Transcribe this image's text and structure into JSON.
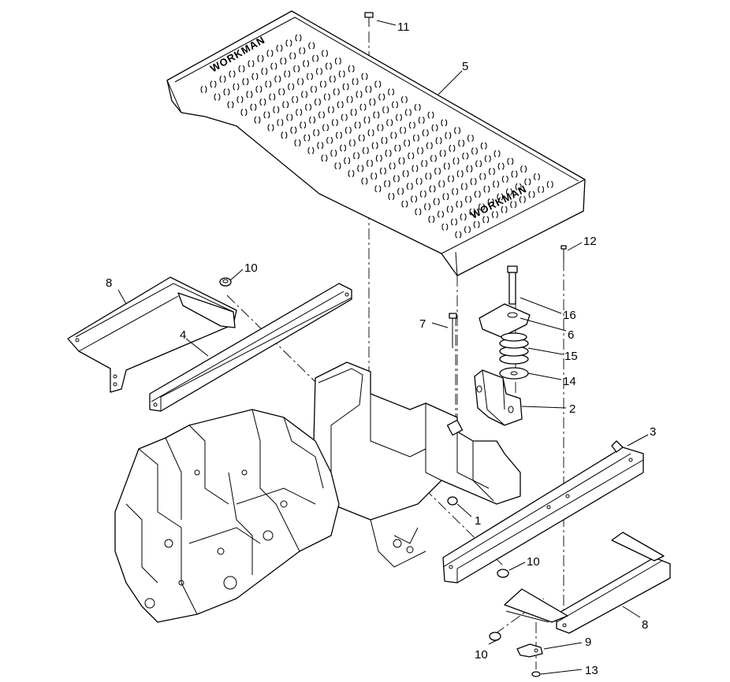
{
  "diagram": {
    "brand_marks": [
      "WORKMAN",
      "WORKMAN"
    ],
    "callouts": [
      {
        "id": "c11",
        "label": "11"
      },
      {
        "id": "c5",
        "label": "5"
      },
      {
        "id": "c12",
        "label": "12"
      },
      {
        "id": "c10a",
        "label": "10"
      },
      {
        "id": "c8a",
        "label": "8"
      },
      {
        "id": "c16",
        "label": "16"
      },
      {
        "id": "c7",
        "label": "7"
      },
      {
        "id": "c6",
        "label": "6"
      },
      {
        "id": "c4",
        "label": "4"
      },
      {
        "id": "c15",
        "label": "15"
      },
      {
        "id": "c14",
        "label": "14"
      },
      {
        "id": "c2",
        "label": "2"
      },
      {
        "id": "c3",
        "label": "3"
      },
      {
        "id": "c1",
        "label": "1"
      },
      {
        "id": "c10b",
        "label": "10"
      },
      {
        "id": "c8b",
        "label": "8"
      },
      {
        "id": "c9",
        "label": "9"
      },
      {
        "id": "c10c",
        "label": "10"
      },
      {
        "id": "c13",
        "label": "13"
      }
    ]
  }
}
